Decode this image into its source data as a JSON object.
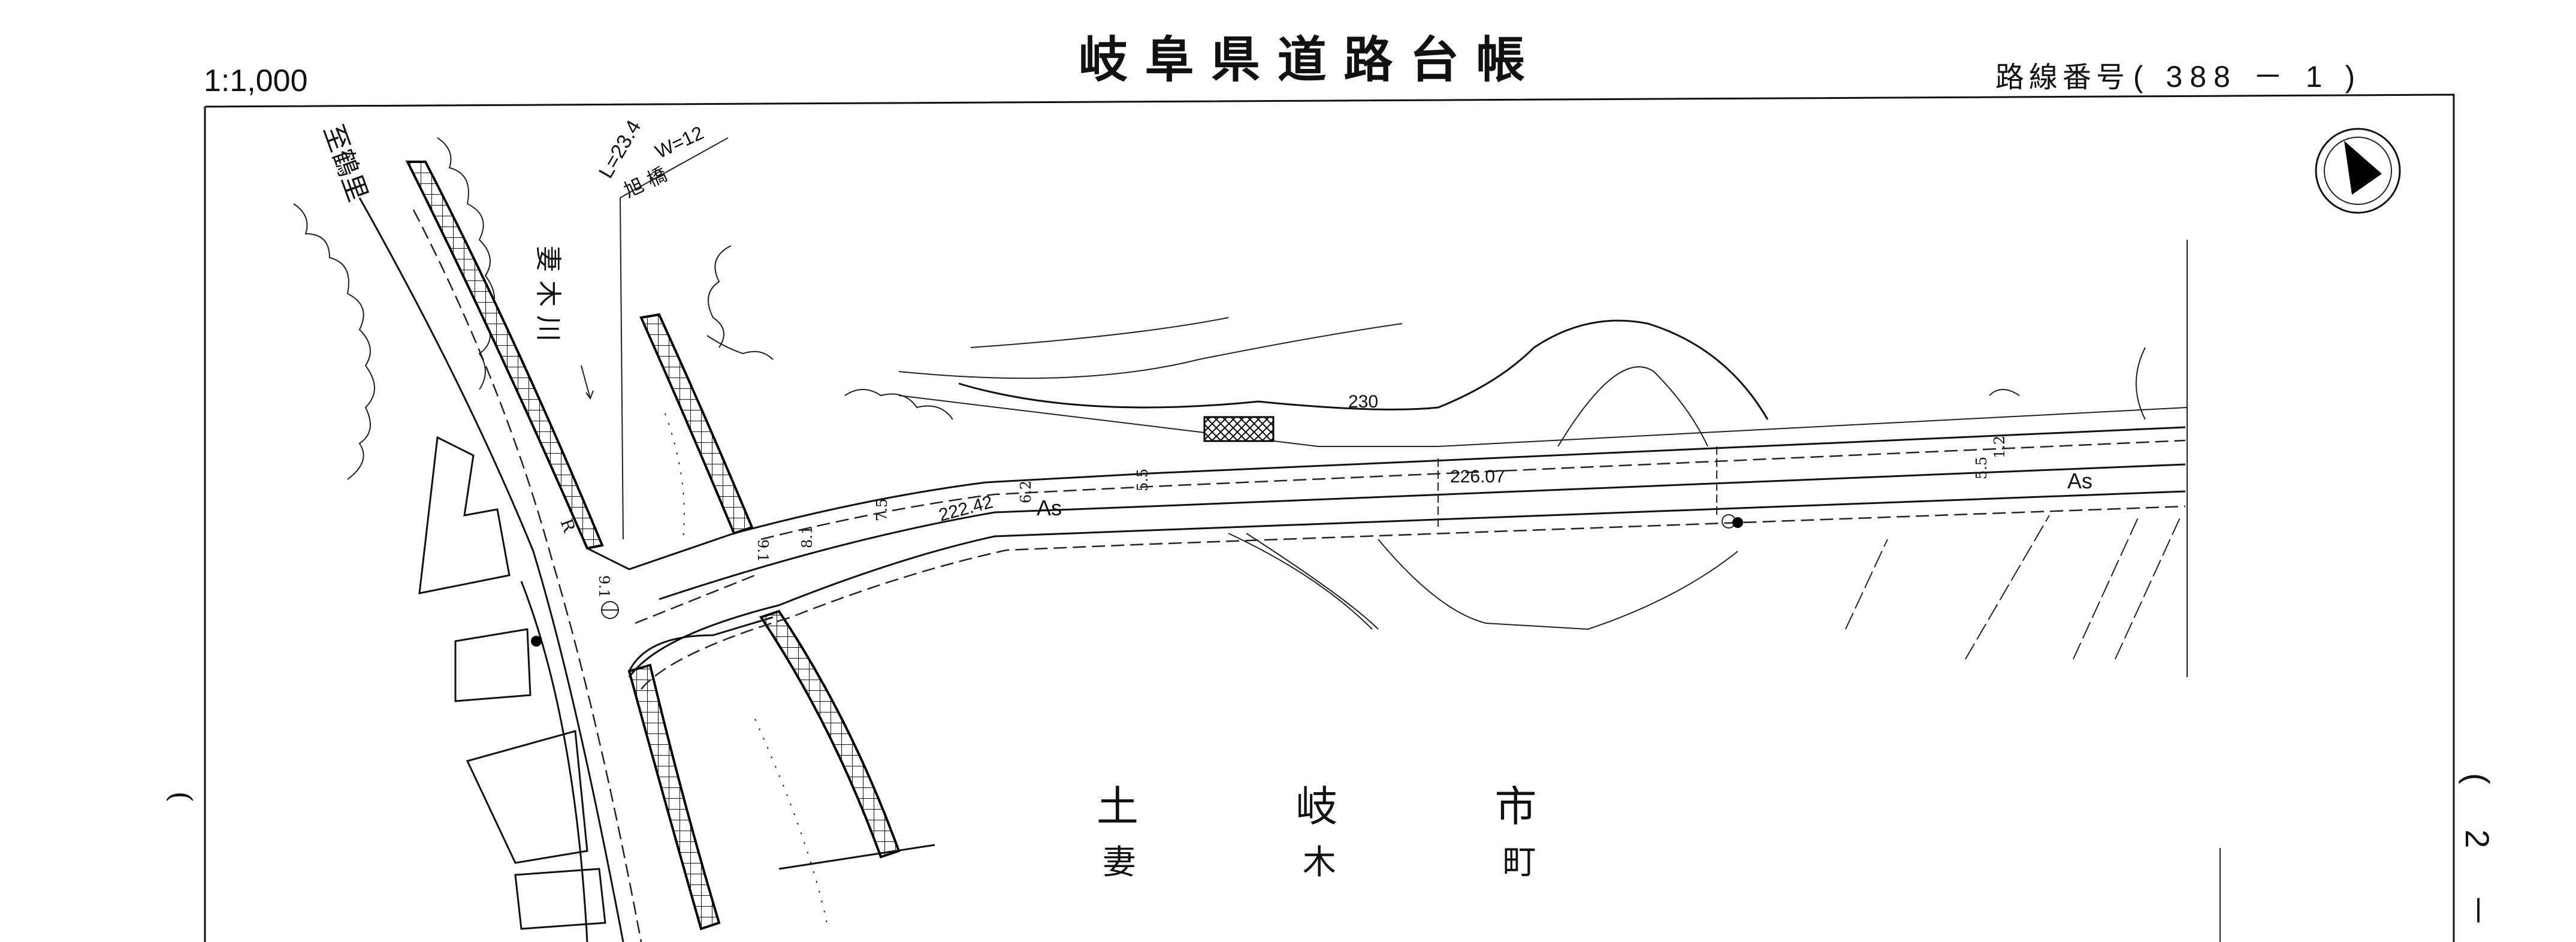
{
  "header": {
    "scale": "1:1,000",
    "title": "岐 阜 県 道 路 台 帳",
    "route_label": "路線番号",
    "route_number": "( 388 － 1 )"
  },
  "map": {
    "destination_label": "至鶴里",
    "river_label": "妻 木 川",
    "bridge_name": "旭 橋",
    "bridge_length": "L=23.4",
    "bridge_width": "W=12",
    "contour_label": "230",
    "elevations": [
      "222.42",
      "226.07"
    ],
    "pavement_labels": [
      "As",
      "As"
    ],
    "widths": [
      "6.2",
      "5.5",
      "5.5",
      "1.2",
      "7.5",
      "8.1",
      "9.1",
      "9.1"
    ],
    "bend_label": "R",
    "city": "土 岐 市",
    "town": "妻 木 町"
  },
  "margin": {
    "page_left": "(",
    "page_number": "( 2 －"
  }
}
